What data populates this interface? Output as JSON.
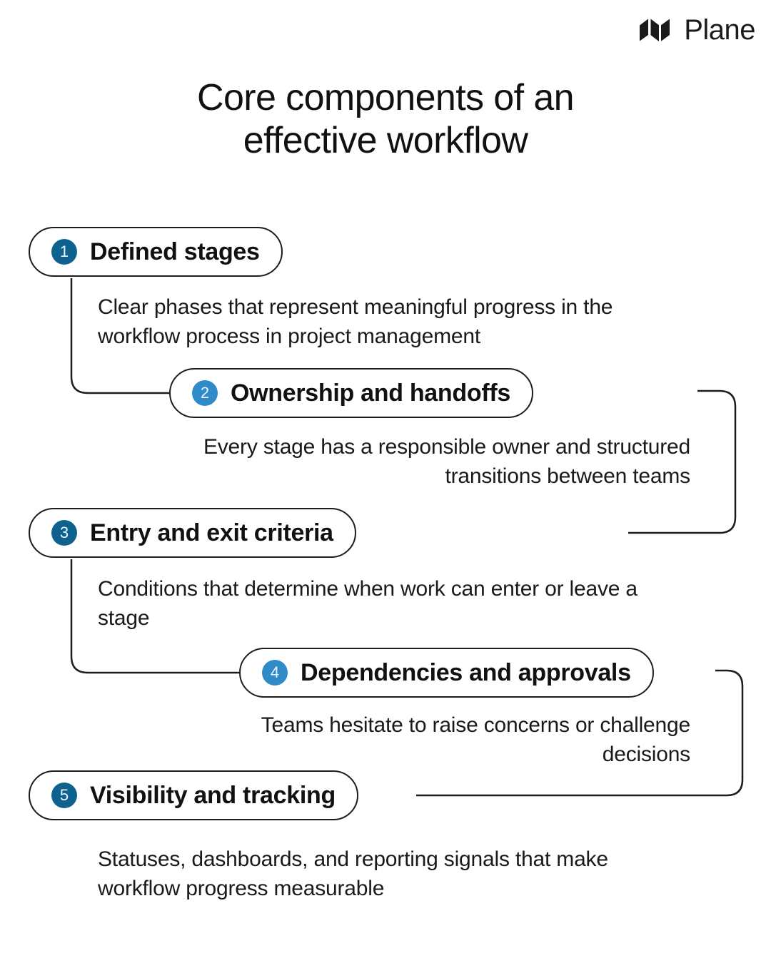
{
  "brand": {
    "name": "Plane",
    "logo_icon": "plane-logo-icon"
  },
  "title": {
    "line1": "Core components of an",
    "line2": "effective workflow"
  },
  "colors": {
    "badge_dark": "#0f628f",
    "badge_light": "#2e8bc8",
    "outline": "#1d1d1d",
    "background": "#ffffff",
    "text": "#111111"
  },
  "items": [
    {
      "number": "1",
      "label": "Defined stages",
      "description": "Clear phases that represent meaningful progress in the workflow process in project management",
      "align": "left",
      "badge_tone": "dark"
    },
    {
      "number": "2",
      "label": "Ownership and handoffs",
      "description": "Every stage has a responsible owner and structured transitions between teams",
      "align": "right",
      "badge_tone": "light"
    },
    {
      "number": "3",
      "label": "Entry and exit criteria",
      "description": "Conditions that determine when work can enter or leave a stage",
      "align": "left",
      "badge_tone": "dark"
    },
    {
      "number": "4",
      "label": "Dependencies and approvals",
      "description": "Teams hesitate to raise concerns or challenge decisions",
      "align": "right",
      "badge_tone": "light"
    },
    {
      "number": "5",
      "label": "Visibility and tracking",
      "description": "Statuses, dashboards, and reporting signals that make workflow progress measurable",
      "align": "left",
      "badge_tone": "dark"
    }
  ]
}
